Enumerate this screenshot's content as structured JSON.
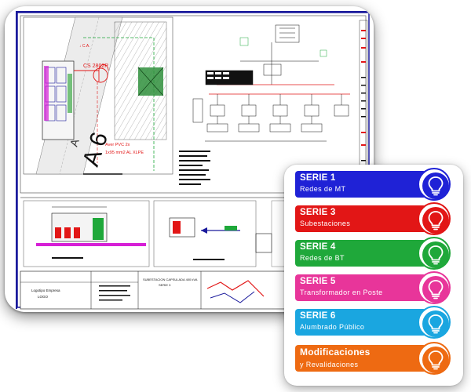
{
  "drawing": {
    "title_block_project": "SUBESTACION CAPSULADA 400 kVA",
    "title_block_series": "SERIE 3",
    "company_line1": "Logotipo Empresa",
    "company_line2": "LOGO",
    "plan_note_red_1": "CS 2802P",
    "plan_note_red_2": "Aver PVC 2x",
    "plan_note_red_3": "1x95 mm2 AL XLPE",
    "plan_big_label": "A 6",
    "plan_letter": "A"
  },
  "series": [
    {
      "title": "SERIE 1",
      "subtitle": "Redes de MT",
      "color": "#1f22d6",
      "ring": "#1f22d6",
      "icon": "lightbulb-icon"
    },
    {
      "title": "SERIE 3",
      "subtitle": "Subestaciones",
      "color": "#e21616",
      "ring": "#e21616",
      "icon": "lightbulb-icon"
    },
    {
      "title": "SERIE 4",
      "subtitle": "Redes de BT",
      "color": "#1fa83a",
      "ring": "#1fa83a",
      "icon": "lightbulb-icon"
    },
    {
      "title": "SERIE 5",
      "subtitle": "Transformador en Poste",
      "color": "#e8359a",
      "ring": "#e8359a",
      "icon": "lightbulb-icon"
    },
    {
      "title": "SERIE 6",
      "subtitle": "Alumbrado Público",
      "color": "#1aa6e0",
      "ring": "#1aa6e0",
      "icon": "lightbulb-icon"
    },
    {
      "title": "Modificaciones",
      "subtitle": "y Revalidaciones",
      "color": "#ee6a12",
      "ring": "#ee6a12",
      "icon": "lightbulb-icon"
    }
  ]
}
